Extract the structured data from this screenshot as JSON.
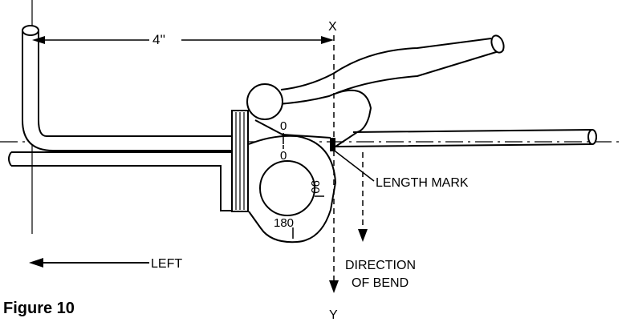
{
  "caption": "Figure 10",
  "labels": {
    "dimension": "4''",
    "axis_top": "X",
    "axis_bottom": "Y",
    "length_mark": "LENGTH MARK",
    "left": "LEFT",
    "direction_line1": "DIRECTION",
    "direction_line2": "OF BEND",
    "scale_0_upper": "0",
    "scale_0_lower": "0",
    "scale_90": "90",
    "scale_180": "180"
  },
  "colors": {
    "ink": "#000000",
    "paper": "#ffffff"
  }
}
